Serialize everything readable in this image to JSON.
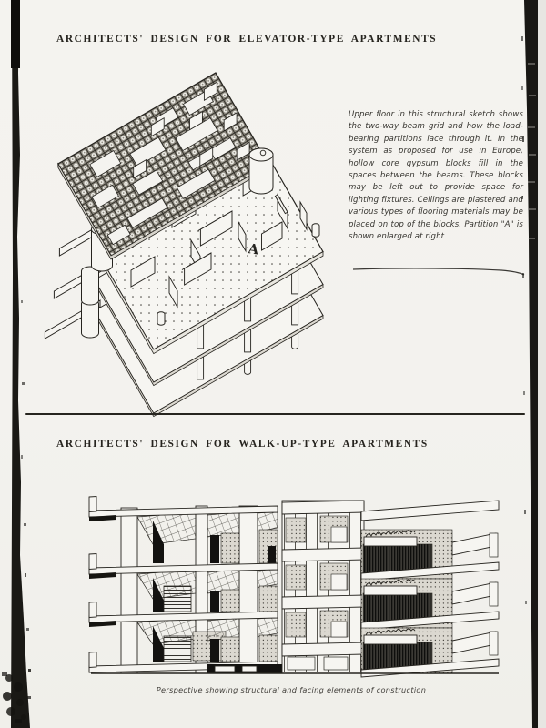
{
  "page": {
    "background_color": "#f3f2ee",
    "ink_color": "#26241f"
  },
  "elevator_section": {
    "heading": "ARCHITECTS' DESIGN FOR ELEVATOR-TYPE APARTMENTS",
    "body_text": "Upper floor in this structural sketch shows the two-way beam grid and how the load-bearing partitions lace through it. In the system as proposed for use in Europe, hollow core gypsum blocks fill in the spaces between the beams. These blocks may be left out to provide space for lighting fixtures. Ceilings are plastered and various types of flooring materials may be placed on top of the blocks. Partition \"A\" is shown enlarged at right",
    "partition_label": "A"
  },
  "walkup_section": {
    "heading": "ARCHITECTS' DESIGN FOR WALK-UP-TYPE APARTMENTS",
    "caption": "Perspective showing structural and facing elements of construction"
  }
}
